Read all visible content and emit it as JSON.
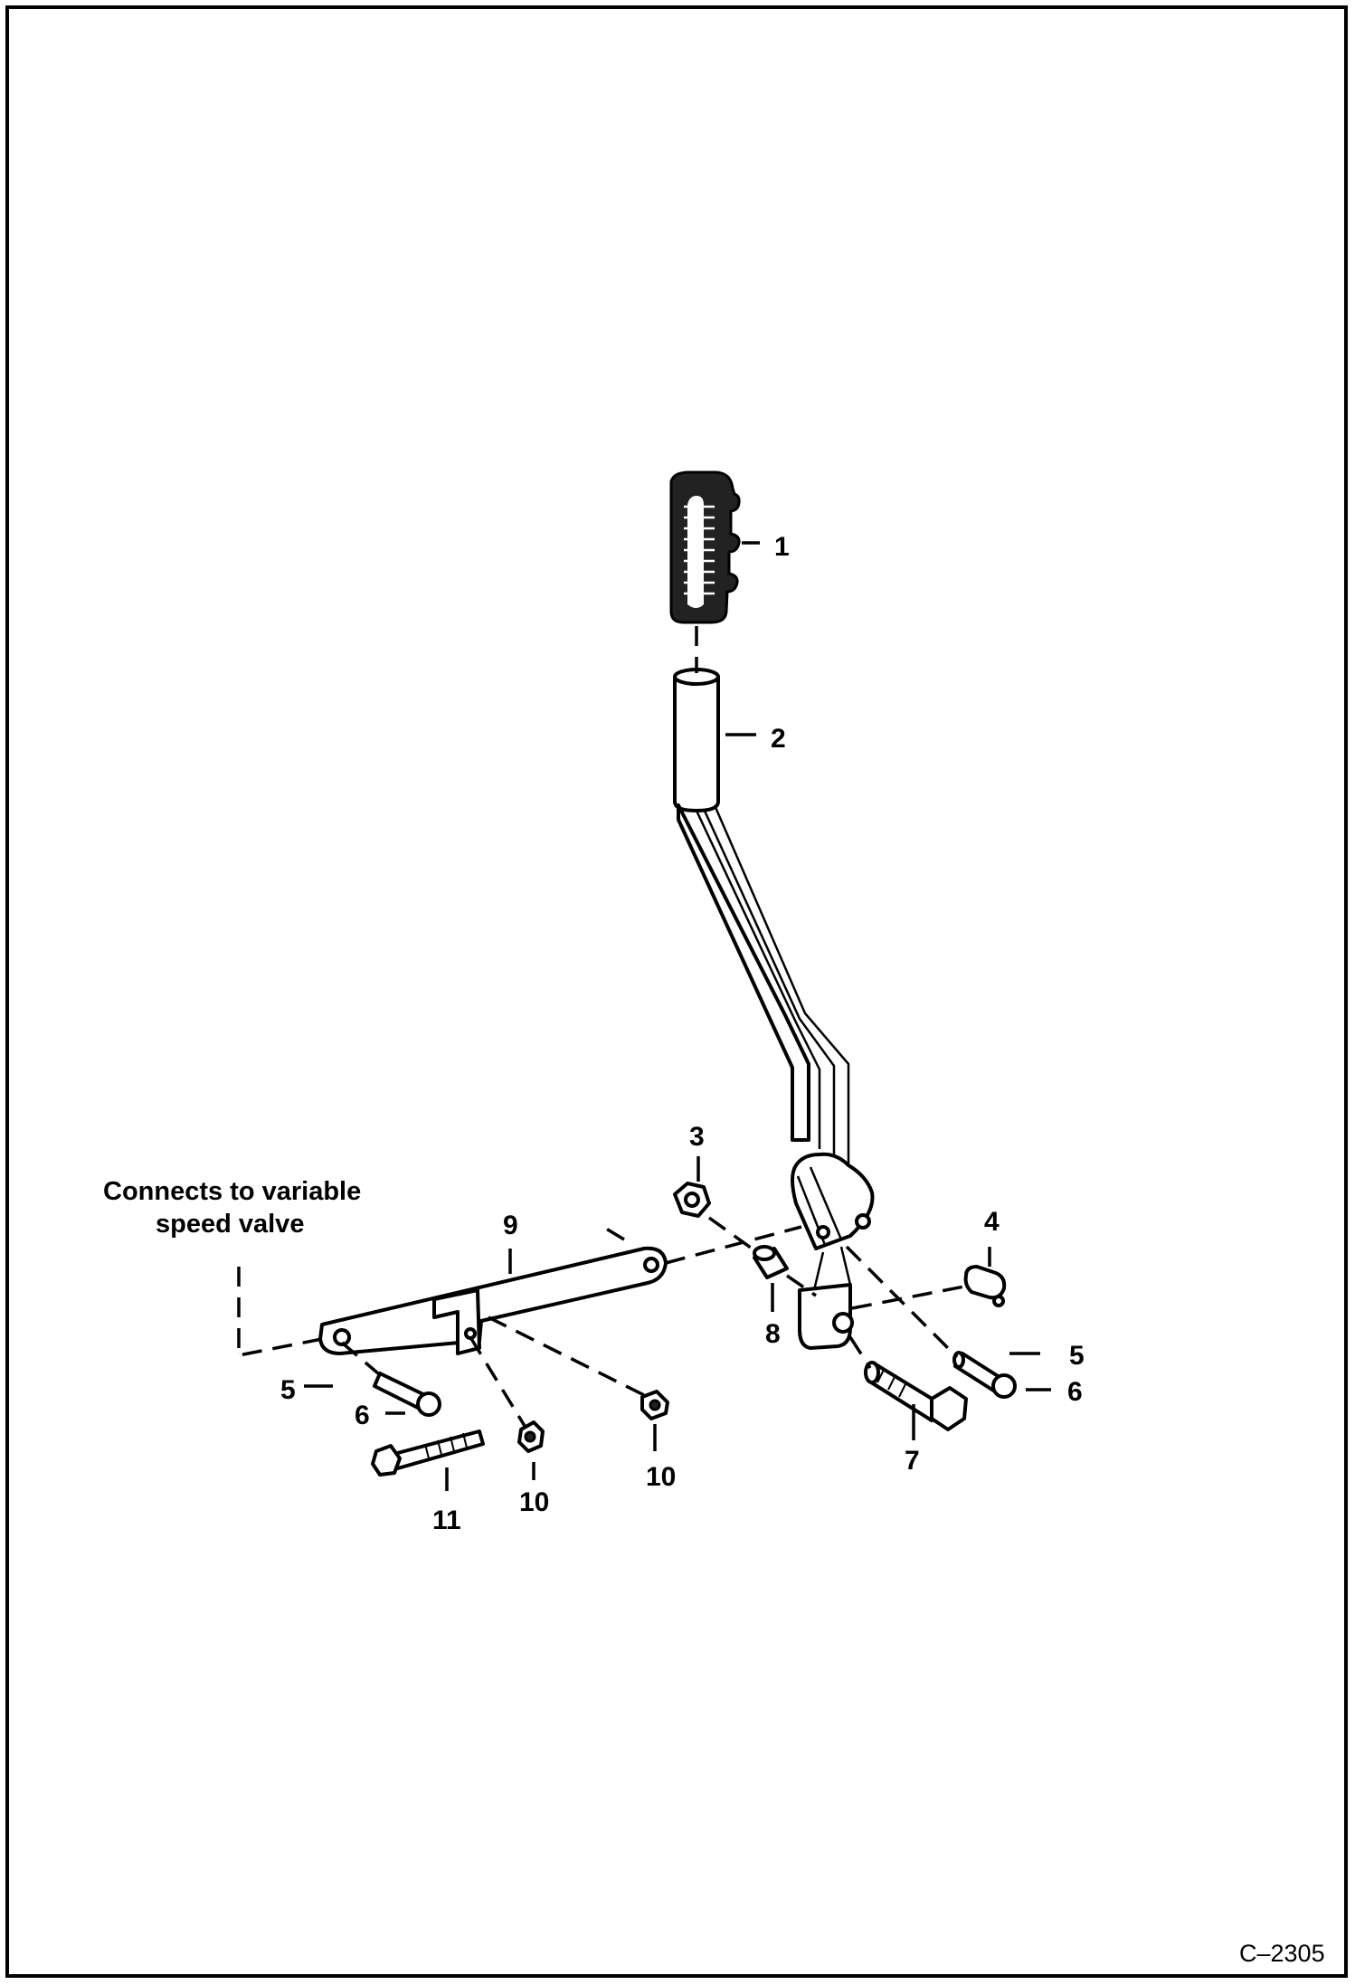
{
  "figure": {
    "id_label": "C–2305",
    "note_line1": "Connects to variable",
    "note_line2": "speed valve"
  },
  "callouts": {
    "c1": "1",
    "c2": "2",
    "c3": "3",
    "c4": "4",
    "c5a": "5",
    "c5b": "5",
    "c6a": "6",
    "c6b": "6",
    "c7": "7",
    "c8": "8",
    "c9": "9",
    "c10a": "10",
    "c10b": "10",
    "c11": "11"
  }
}
